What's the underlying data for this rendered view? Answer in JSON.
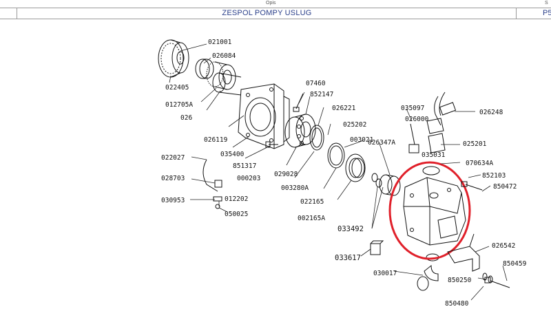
{
  "header": {
    "opis_label": "Opis",
    "s_label": "S",
    "title": "ZESPOL POMPY USLUG",
    "page": "P5"
  },
  "parts": {
    "p1": "021001",
    "p2": "026084",
    "p3": "022405",
    "p4": "012705A",
    "p5": "026",
    "p6": "026119",
    "p7": "035400",
    "p8": "851317",
    "p9": "07460",
    "p10": "852147",
    "p11": "026221",
    "p12": "035097",
    "p13": "026248",
    "p14": "025202",
    "p15": "003021",
    "p16": "025201",
    "p17": "022027",
    "p18": "028703",
    "p19": "030953",
    "p20": "012202",
    "p21": "050025",
    "p22": "000203",
    "p23": "003280A",
    "p24": "022165",
    "p25": "002165A",
    "p26": "026347A",
    "p27": "070634A",
    "p28": "852103",
    "p29": "850472",
    "p30": "033492",
    "p31": "033617",
    "p32": "030017",
    "p33": "026542",
    "p34": "850459",
    "p35": "850250",
    "p36": "850480",
    "p37": "026000",
    "p38": "035031",
    "p39": "029028"
  },
  "highlight_color": "#e0202a"
}
